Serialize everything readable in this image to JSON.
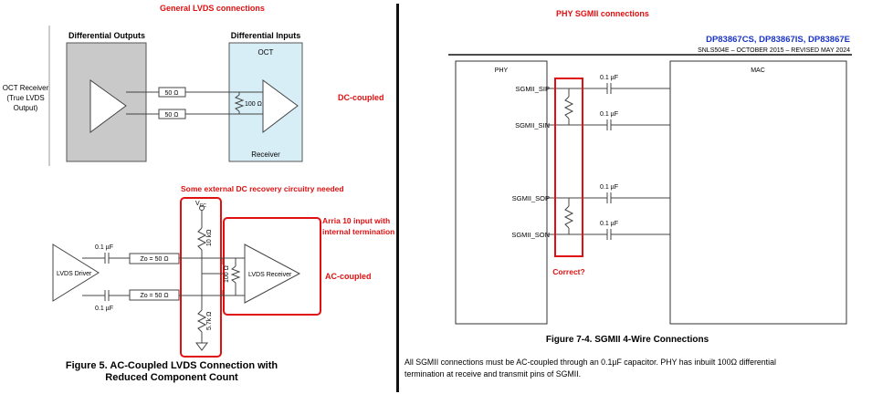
{
  "left": {
    "heading": "General LVDS connections",
    "diff_outputs": "Differential Outputs",
    "diff_inputs": "Differential Inputs",
    "oct": "OCT",
    "receiver": "Receiver",
    "oct_receiver": [
      "OCT Receiver",
      "(True LVDS",
      "Output)"
    ],
    "r50_top": "50 Ω",
    "r50_bot": "50 Ω",
    "r100": "100 Ω",
    "dc_coupled": "DC-coupled",
    "dc_recovery": "Some external DC recovery circuitry needed",
    "arria": [
      "Arria 10 input with",
      "internal termination"
    ],
    "ac_coupled": "AC-coupled",
    "vcc": "V",
    "vcc_sub": "CC",
    "cap_top": "0.1 µF",
    "cap_bot": "0.1 µF",
    "zo_top": "Zo = 50 Ω",
    "zo_bot": "Zo = 50 Ω",
    "lvds_driver": "LVDS Driver",
    "lvds_receiver": "LVDS Receiver",
    "r10k": "10 kΩ",
    "r5k": "5.7k Ω",
    "r100b": "100 Ω",
    "figure": [
      "Figure 5. AC-Coupled LVDS Connection with",
      "Reduced Component Count"
    ]
  },
  "right": {
    "heading": "PHY SGMII connections",
    "parts": "DP83867CS, DP83867IS, DP83867E",
    "doc": "SNLS504E – OCTOBER 2015 – REVISED MAY 2024",
    "phy": "PHY",
    "mac": "MAC",
    "pins": [
      "SGMII_SIP",
      "SGMII_SIN",
      "SGMII_SOP",
      "SGMII_SON"
    ],
    "caps": [
      "0.1 µF",
      "0.1 µF",
      "0.1 µF",
      "0.1 µF"
    ],
    "correct": "Correct?",
    "figure": "Figure 7-4. SGMII 4-Wire Connections",
    "note": [
      "All SGMII connections must be AC-coupled through an 0.1µF capacitor. PHY has inbuilt 100Ω differential",
      "termination at receive and transmit pins of SGMII."
    ]
  },
  "colors": {
    "annotation": "#e01010",
    "part_blue": "#1a34c8",
    "oct_fill": "#d8eef6",
    "driver_fill": "#c9c9c9"
  }
}
